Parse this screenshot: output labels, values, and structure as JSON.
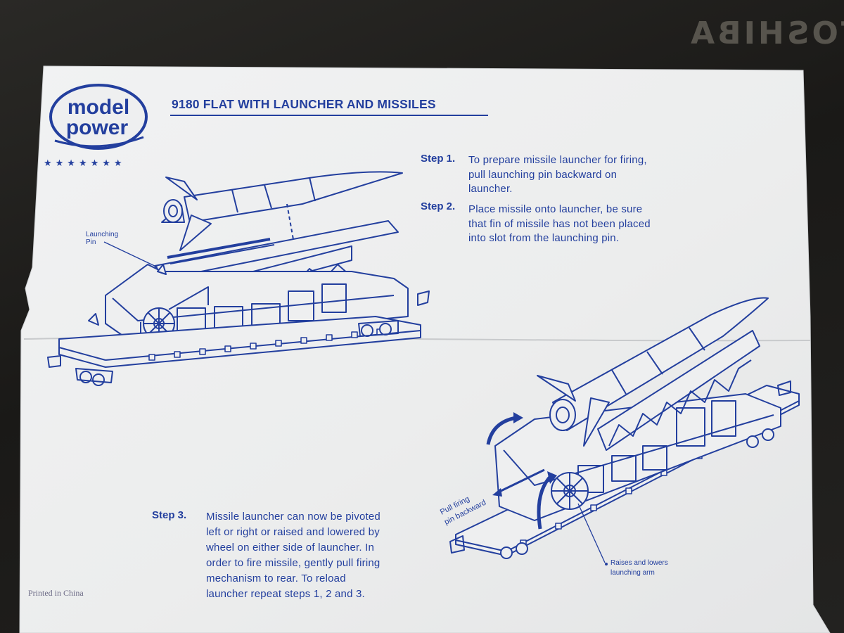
{
  "logo": {
    "line1": "model",
    "line2": "power",
    "stars": "★★★★★★★"
  },
  "title": "9180 FLAT WITH LAUNCHER AND MISSILES",
  "steps": [
    {
      "label": "Step 1.",
      "lines": [
        "To prepare missile launcher for firing,",
        "pull launching pin backward on",
        "launcher."
      ]
    },
    {
      "label": "Step 2.",
      "lines": [
        "Place missile onto launcher, be sure",
        "that fin of missile has not been placed",
        "into slot from the launching pin."
      ]
    },
    {
      "label": "Step 3.",
      "lines": [
        "Missile launcher can now be pivoted",
        "left or right or raised and lowered by",
        "wheel on either side of launcher. In",
        "order to fire missile, gently pull firing",
        "mechanism to rear. To reload",
        "launcher repeat steps 1, 2 and 3."
      ]
    }
  ],
  "labels": {
    "launching_pin": [
      "Launching",
      "Pin"
    ],
    "pull_firing": [
      "Pull firing",
      "pin backward"
    ],
    "raises_lowers": [
      "Raises and lowers",
      "launching arm"
    ]
  },
  "footer": "Printed in China",
  "background_text": "TOSHIBA",
  "colors": {
    "ink": "#233f9e",
    "paper": "#eeeff0",
    "surface": "#1c1b19"
  }
}
